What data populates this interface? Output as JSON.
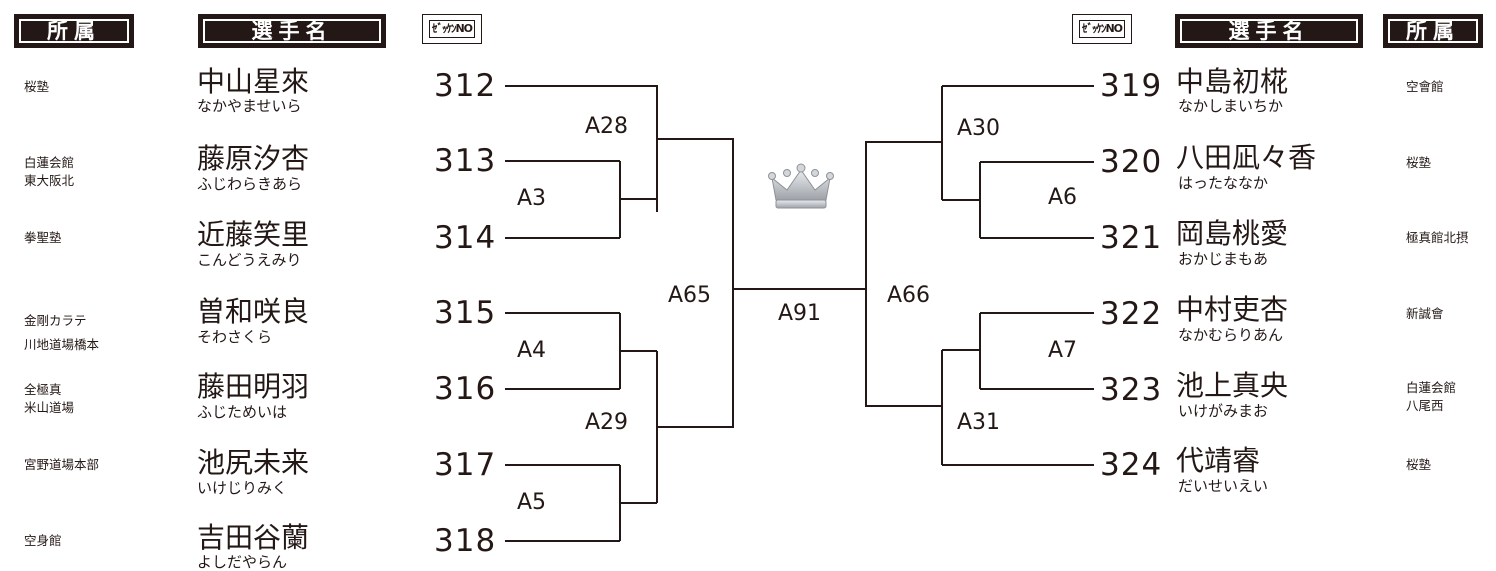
{
  "headers": {
    "affiliation": "所属",
    "player_name": "選手名",
    "bib_no": "ｾﾞｯｹﾝNO"
  },
  "left": [
    {
      "affiliation": [
        "桜塾"
      ],
      "name": "中山星來",
      "kana": "なかやませいら",
      "bib": "312"
    },
    {
      "affiliation": [
        "白蓮会館",
        "東大阪北"
      ],
      "name": "藤原汐杏",
      "kana": "ふじわらきあら",
      "bib": "313"
    },
    {
      "affiliation": [
        "拳聖塾"
      ],
      "name": "近藤笑里",
      "kana": "こんどうえみり",
      "bib": "314"
    },
    {
      "affiliation": [
        "金剛カラテ",
        "川地道場橋本"
      ],
      "name": "曽和咲良",
      "kana": "そわさくら",
      "bib": "315"
    },
    {
      "affiliation": [
        "全極真",
        "米山道場"
      ],
      "name": "藤田明羽",
      "kana": "ふじためいは",
      "bib": "316"
    },
    {
      "affiliation": [
        "宮野道場本部"
      ],
      "name": "池尻未来",
      "kana": "いけじりみく",
      "bib": "317"
    },
    {
      "affiliation": [
        "空身館"
      ],
      "name": "吉田谷蘭",
      "kana": "よしだやらん",
      "bib": "318"
    }
  ],
  "right": [
    {
      "affiliation": [
        "空會館"
      ],
      "name": "中島初椛",
      "kana": "なかしまいちか",
      "bib": "319"
    },
    {
      "affiliation": [
        "桜塾"
      ],
      "name": "八田凪々香",
      "kana": "はったななか",
      "bib": "320"
    },
    {
      "affiliation": [
        "極真館北摂"
      ],
      "name": "岡島桃愛",
      "kana": "おかじまもあ",
      "bib": "321"
    },
    {
      "affiliation": [
        "新誠會"
      ],
      "name": "中村吏杏",
      "kana": "なかむらりあん",
      "bib": "322"
    },
    {
      "affiliation": [
        "白蓮会館",
        "八尾西"
      ],
      "name": "池上真央",
      "kana": "いけがみまお",
      "bib": "323"
    },
    {
      "affiliation": [
        "桜塾"
      ],
      "name": "代靖睿",
      "kana": "だいせいえい",
      "bib": "324"
    }
  ],
  "matches": {
    "a3": "A3",
    "a4": "A4",
    "a5": "A5",
    "a6": "A6",
    "a7": "A7",
    "a28": "A28",
    "a29": "A29",
    "a30": "A30",
    "a31": "A31",
    "a65": "A65",
    "a66": "A66",
    "a91": "A91"
  },
  "colors": {
    "ink": "#231815",
    "crown": "#b9bcc1"
  },
  "icons": {
    "champion": "crown-icon"
  }
}
